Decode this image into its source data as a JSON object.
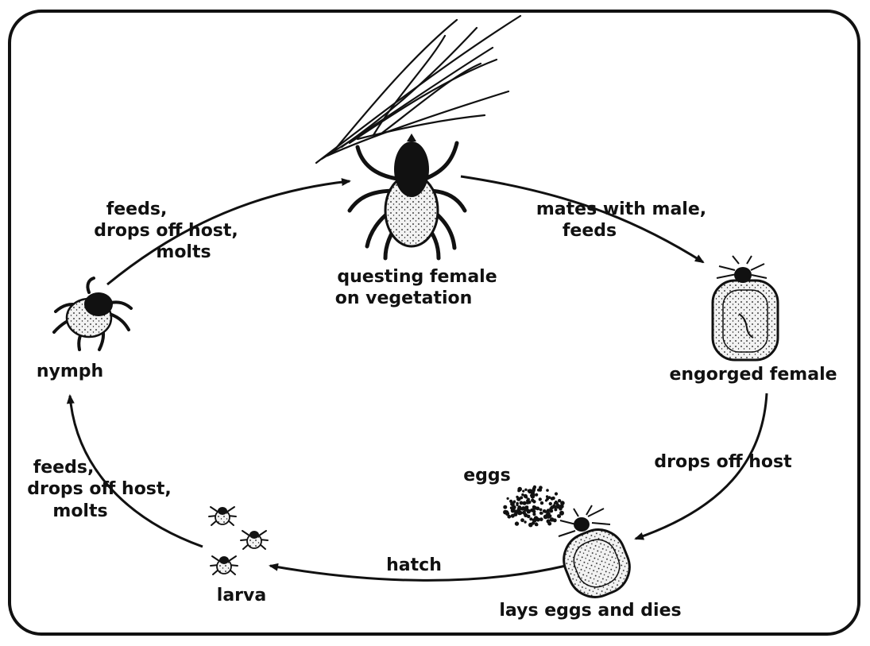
{
  "labels": {
    "questing_female_line1": "questing female",
    "questing_female_line2": "on vegetation",
    "mates_line1": "mates with male,",
    "mates_line2": "feeds",
    "engorged_female": "engorged female",
    "drops_off_host": "drops off host",
    "eggs": "eggs",
    "lays_eggs": "lays eggs and dies",
    "hatch": "hatch",
    "larva": "larva",
    "larva_feeds_line1": "feeds,",
    "larva_feeds_line2": "drops off host,",
    "larva_feeds_line3": "molts",
    "nymph": "nymph",
    "nymph_feeds_line1": "feeds,",
    "nymph_feeds_line2": "drops off host,",
    "nymph_feeds_line3": "molts"
  },
  "colors": {
    "ink": "#111111",
    "background": "#ffffff",
    "body_fill": "#f2f2f2"
  }
}
